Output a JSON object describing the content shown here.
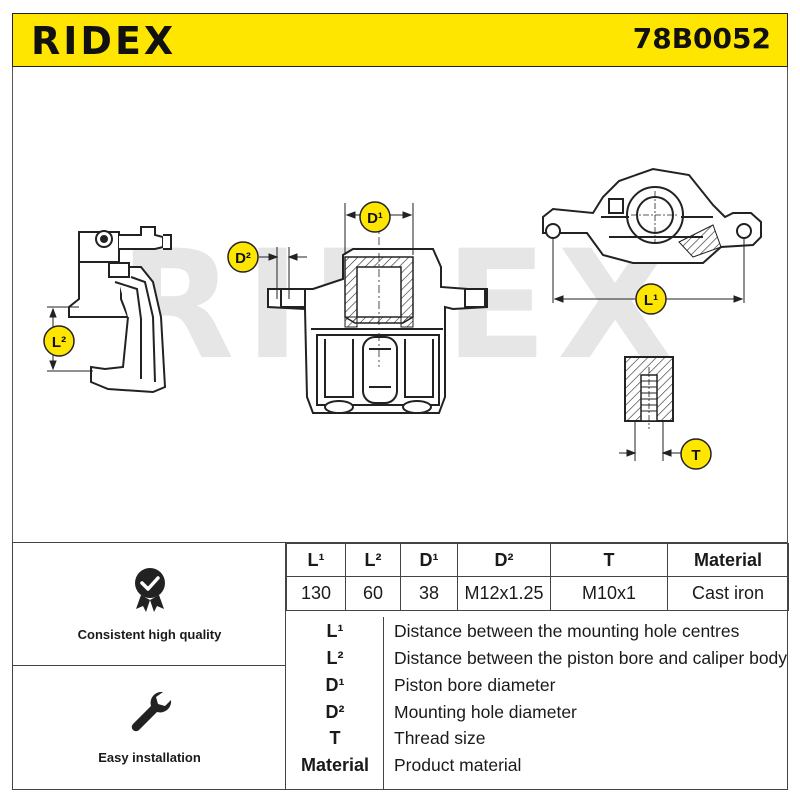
{
  "header": {
    "brand": "RIDEX",
    "part_number": "78B0052"
  },
  "colors": {
    "brand_yellow": "#ffe600",
    "callout_yellow": "#ffe600",
    "outline": "#222222",
    "watermark": "#e6e6e6"
  },
  "drawing": {
    "watermark": "RIDEX",
    "callouts": {
      "d1": "D¹",
      "d2": "D²",
      "l1": "L¹",
      "l2": "L²",
      "t": "T"
    }
  },
  "features": [
    {
      "icon": "quality-badge-icon",
      "label": "Consistent high quality"
    },
    {
      "icon": "wrench-icon",
      "label": "Easy installation"
    }
  ],
  "spec_table": {
    "headers": [
      "L¹",
      "L²",
      "D¹",
      "D²",
      "T",
      "Material"
    ],
    "values": [
      "130",
      "60",
      "38",
      "M12x1.25",
      "M10x1",
      "Cast iron"
    ]
  },
  "legend": [
    {
      "symbol": "L¹",
      "text": "Distance between the mounting hole centres"
    },
    {
      "symbol": "L²",
      "text": "Distance between the piston bore and caliper body"
    },
    {
      "symbol": "D¹",
      "text": "Piston bore diameter"
    },
    {
      "symbol": "D²",
      "text": "Mounting hole diameter"
    },
    {
      "symbol": "T",
      "text": "Thread size"
    },
    {
      "symbol": "Material",
      "text": "Product material"
    }
  ]
}
